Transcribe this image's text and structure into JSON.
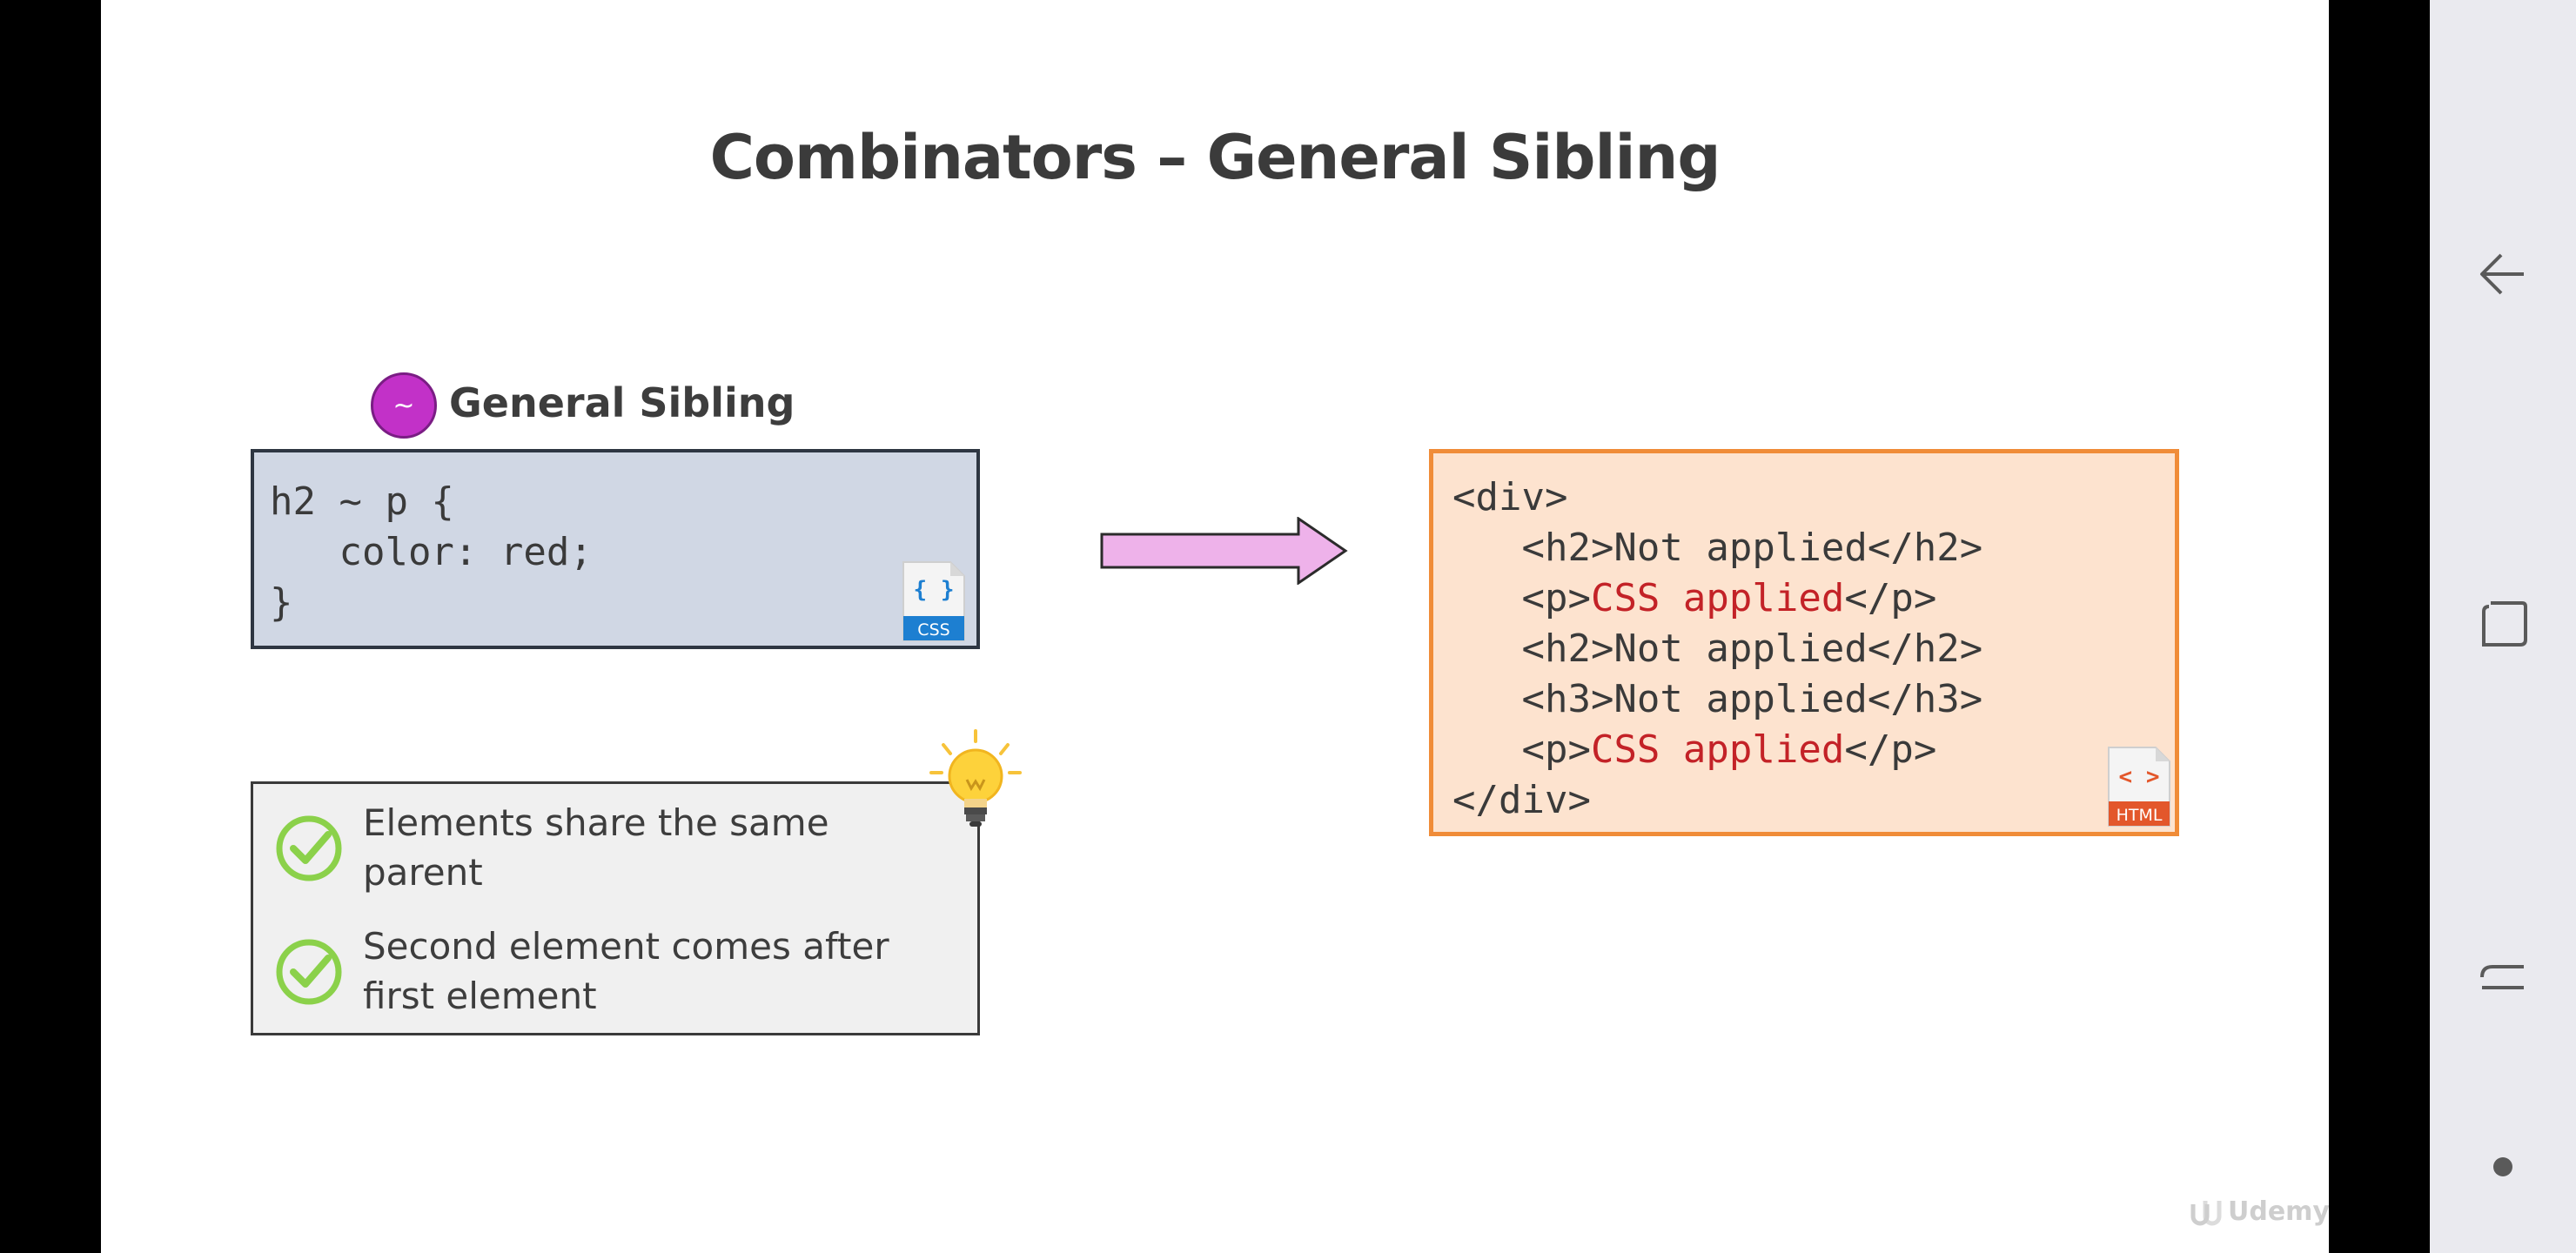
{
  "slide": {
    "title": "Combinators – General Sibling",
    "badge_symbol": "~",
    "badge_label": "General Sibling",
    "css_code_lines": [
      "h2 ~ p {",
      "   color: red;",
      "}"
    ],
    "css_icon_glyph": "{ }",
    "css_icon_label": "CSS",
    "html_lines": {
      "l1": "<div>",
      "l2": "   <h2>Not applied</h2>",
      "l3_open": "   <p>",
      "l3_red": "CSS applied",
      "l3_close": "</p>",
      "l4": "   <h2>Not applied</h2>",
      "l5": "   <h3>Not applied</h3>",
      "l6_open": "   <p>",
      "l6_red": "CSS applied",
      "l6_close": "</p>",
      "l7": "</div>"
    },
    "html_icon_glyph": "< >",
    "html_icon_label": "HTML",
    "tips": [
      "Elements share the same parent",
      "Second element comes after first element"
    ],
    "watermark": "Udemy"
  },
  "colors": {
    "badge": "#c231c8",
    "css_box_bg": "#d0d7e4",
    "html_box_bg": "#fde3cf",
    "html_box_border": "#f08c38",
    "highlight_red": "#c32227",
    "check_green": "#8bd14a",
    "arrow_fill": "#eeb2ea"
  },
  "navigation": {
    "back_icon": "back-arrow-icon",
    "recents_icon": "recents-icon",
    "home_icon": "home-icon",
    "dot_icon": "dot-icon"
  }
}
